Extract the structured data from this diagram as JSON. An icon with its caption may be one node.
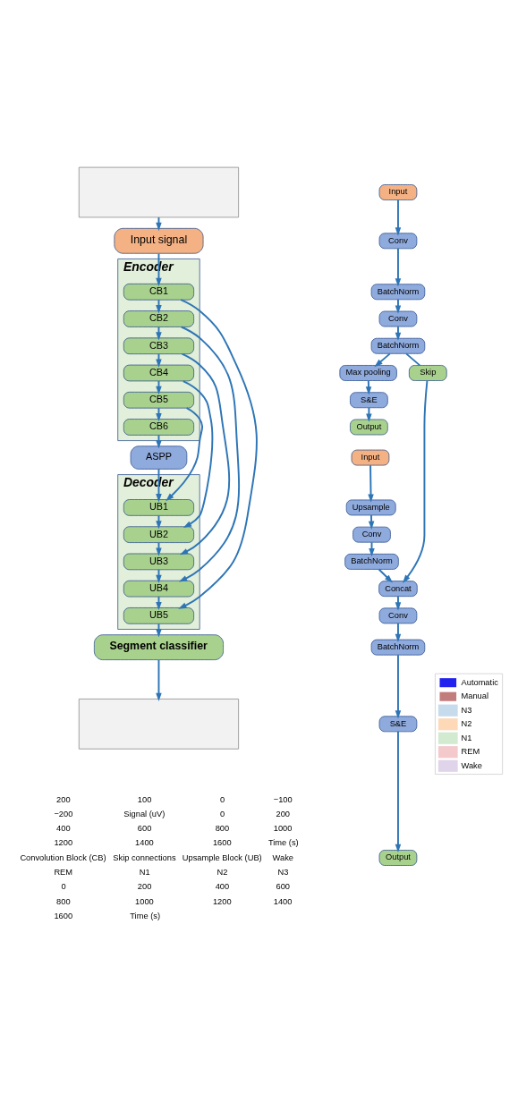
{
  "diagram": {
    "nodes": [
      {
        "text": [],
        "shape": "box"
      },
      {
        "text": [
          "Input signal"
        ]
      },
      {
        "text": [
          "Encoder"
        ]
      },
      {
        "text": [
          "CB1"
        ],
        "in": 2
      },
      {
        "text": [
          "CB2"
        ],
        "in": 2
      },
      {
        "text": [
          "CB3"
        ],
        "in": 2
      },
      {
        "text": [
          "CB4"
        ],
        "in": 2
      },
      {
        "text": [
          "CB5"
        ],
        "in": 2
      },
      {
        "text": [
          "CB6"
        ],
        "in": 2
      },
      {
        "text": [
          "ASPP"
        ]
      },
      {
        "text": [
          "Decoder"
        ]
      },
      {
        "text": [
          "UB1"
        ],
        "in": 10
      },
      {
        "text": [
          "UB2"
        ],
        "in": 10
      },
      {
        "text": [
          "UB3"
        ],
        "in": 10
      },
      {
        "text": [
          "UB4"
        ],
        "in": 10
      },
      {
        "text": [
          "UB5"
        ],
        "in": 10
      },
      {
        "text": [
          "Segment classifier"
        ]
      },
      {
        "text": [],
        "shape": "box"
      },
      {
        "text": [
          "Input"
        ]
      },
      {
        "text": [
          "Conv"
        ]
      },
      {
        "text": [
          "BatchNorm"
        ]
      },
      {
        "text": [
          "Conv"
        ]
      },
      {
        "text": [
          "BatchNorm"
        ]
      },
      {
        "text": [
          "Max pooling"
        ]
      },
      {
        "text": [
          "S&E"
        ]
      },
      {
        "text": [
          "Output"
        ]
      },
      {
        "text": [
          "Skip"
        ]
      },
      {
        "text": [
          "Input"
        ]
      },
      {
        "text": [
          "Upsample"
        ]
      },
      {
        "text": [
          "Conv"
        ]
      },
      {
        "text": [
          "BatchNorm"
        ]
      },
      {
        "text": [
          "Concat"
        ]
      },
      {
        "text": [
          "Conv"
        ]
      },
      {
        "text": [
          "BatchNorm"
        ]
      },
      {
        "text": [
          "S&E"
        ]
      },
      {
        "text": [
          "Output"
        ]
      }
    ],
    "edges": [
      {
        "from": 0,
        "to": 1,
        "arrow": "to"
      },
      {
        "from": 1,
        "to": 3,
        "arrow": "to"
      },
      {
        "from": 3,
        "to": 4,
        "arrow": "to"
      },
      {
        "from": 4,
        "to": 5,
        "arrow": "to"
      },
      {
        "from": 5,
        "to": 6,
        "arrow": "to"
      },
      {
        "from": 6,
        "to": 7,
        "arrow": "to"
      },
      {
        "from": 7,
        "to": 8,
        "arrow": "to"
      },
      {
        "from": 8,
        "to": 9,
        "arrow": "to"
      },
      {
        "from": 9,
        "to": 11,
        "arrow": "to"
      },
      {
        "from": 11,
        "to": 12,
        "arrow": "to"
      },
      {
        "from": 12,
        "to": 13,
        "arrow": "to"
      },
      {
        "from": 13,
        "to": 14,
        "arrow": "to"
      },
      {
        "from": 14,
        "to": 15,
        "arrow": "to"
      },
      {
        "from": 15,
        "to": 16,
        "arrow": "to"
      },
      {
        "from": 16,
        "to": 17,
        "arrow": "to"
      },
      {
        "from": 3,
        "to": 15,
        "arrow": "to"
      },
      {
        "from": 4,
        "to": 14,
        "arrow": "to"
      },
      {
        "from": 5,
        "to": 13,
        "arrow": "to"
      },
      {
        "from": 6,
        "to": 12,
        "arrow": "to"
      },
      {
        "from": 7,
        "to": 11,
        "arrow": "to"
      },
      {
        "from": 18,
        "to": 19,
        "arrow": "to"
      },
      {
        "from": 19,
        "to": 20,
        "arrow": "to"
      },
      {
        "from": 20,
        "to": 21,
        "arrow": "to"
      },
      {
        "from": 21,
        "to": 22,
        "arrow": "to"
      },
      {
        "from": 22,
        "to": 23,
        "arrow": "to"
      },
      {
        "from": 23,
        "to": 24,
        "arrow": "to"
      },
      {
        "from": 24,
        "to": 25,
        "arrow": "to"
      },
      {
        "from": 22,
        "to": 26,
        "arrow": "none"
      },
      {
        "from": 26,
        "to": 31,
        "arrow": "to"
      },
      {
        "from": 27,
        "to": 28,
        "arrow": "to"
      },
      {
        "from": 28,
        "to": 29,
        "arrow": "to"
      },
      {
        "from": 29,
        "to": 30,
        "arrow": "to"
      },
      {
        "from": 30,
        "to": 31,
        "arrow": "to"
      },
      {
        "from": 31,
        "to": 32,
        "arrow": "to"
      },
      {
        "from": 32,
        "to": 33,
        "arrow": "to"
      },
      {
        "from": 33,
        "to": 34,
        "arrow": "to"
      },
      {
        "from": 34,
        "to": 35,
        "arrow": "to"
      }
    ],
    "labels": [
      "200",
      "100",
      "0",
      "−100",
      "−200",
      "Signal (uV)",
      "0",
      "200",
      "400",
      "600",
      "800",
      "1000",
      "1200",
      "1400",
      "1600",
      "Time (s)",
      "Convolution Block (CB)",
      "Skip connections",
      "Upsample Block (UB)",
      "Wake",
      "REM",
      "N1",
      "N2",
      "N3",
      "0",
      "200",
      "400",
      "600",
      "800",
      "1000",
      "1200",
      "1400",
      "1600",
      "Time (s)"
    ],
    "legend": [
      {
        "text": "Automatic"
      },
      {
        "text": "Manual"
      },
      {
        "text": "N3",
        "color": "#c6dbec"
      },
      {
        "text": "N2",
        "color": "#fdd9b8"
      },
      {
        "text": "N1",
        "color": "#d2ead0"
      },
      {
        "text": "REM",
        "color": "#f3c9cc"
      },
      {
        "text": "Wake",
        "color": "#e0d4ea"
      }
    ]
  }
}
